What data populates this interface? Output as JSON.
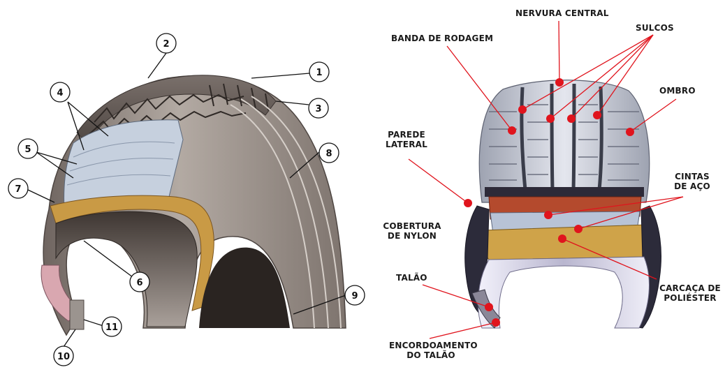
{
  "left_diagram": {
    "callout_numbers": [
      "1",
      "2",
      "3",
      "4",
      "5",
      "6",
      "7",
      "8",
      "9",
      "10",
      "11"
    ]
  },
  "right_diagram": {
    "labels": {
      "nervura_central": "NERVURA CENTRAL",
      "sulcos": "SULCOS",
      "banda_de_rodagem": "BANDA DE RODAGEM",
      "ombro": "OMBRO",
      "parede_lateral": [
        "PAREDE",
        "LATERAL"
      ],
      "cintas_de_aco": [
        "CINTAS",
        "DE AÇO"
      ],
      "cobertura_de_nylon": [
        "COBERTURA",
        "DE NYLON"
      ],
      "talao": "TALÃO",
      "carcaca_de_poliester": [
        "CARCAÇA DE",
        "POLIÉSTER"
      ],
      "encordoamento_do_talao": [
        "ENCORDOAMENTO",
        "DO TALÃO"
      ]
    }
  },
  "colors": {
    "rubber": "#8f8580",
    "rubber_dark": "#5e5550",
    "steel_belt": "#b9c6d8",
    "carcass": "#c79a4a",
    "pointer_red": "#e0141d",
    "inner_liner": "#d8d5ea"
  }
}
